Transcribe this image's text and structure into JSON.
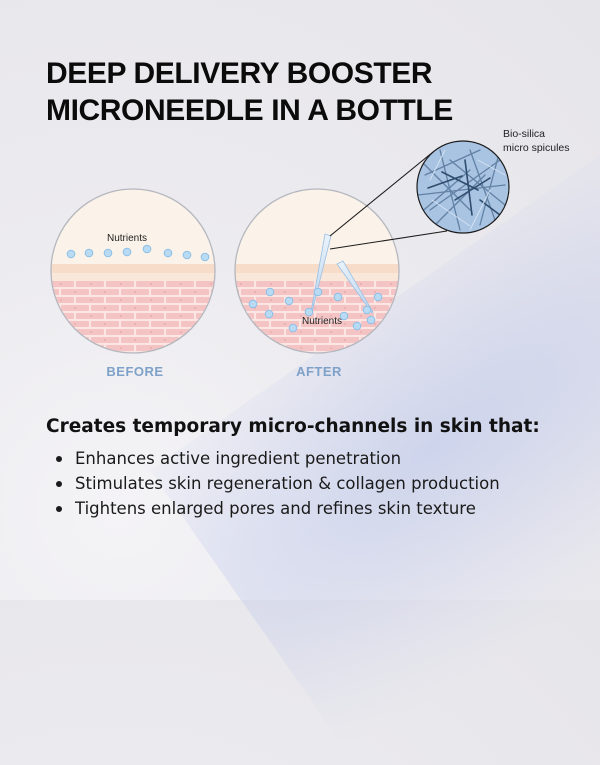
{
  "title": {
    "line1": "DEEP DELIVERY BOOSTER",
    "line2": "MICRONEEDLE IN A BOTTLE"
  },
  "diagram": {
    "before": {
      "caption": "BEFORE",
      "particle_label": "Nutrients"
    },
    "after": {
      "caption": "AFTER",
      "particle_label": "Nutrients"
    },
    "zoom_label_line1": "Bio-silica",
    "zoom_label_line2": "micro spicules",
    "colors": {
      "skin_top": "#fbf3e9",
      "skin_layer": "#f6d3c0",
      "brick": "#f3c2c2",
      "mortar": "#fbe6e4",
      "nutrient": "#b9daf3",
      "caption": "#7ea1c9",
      "zoom_bg": "#a9c3e3"
    }
  },
  "benefits": {
    "heading": "Creates temporary micro-channels in skin that:",
    "items": [
      "Enhances active ingredient penetration",
      "Stimulates skin regeneration & collagen production",
      "Tightens enlarged pores and refines skin texture"
    ]
  }
}
